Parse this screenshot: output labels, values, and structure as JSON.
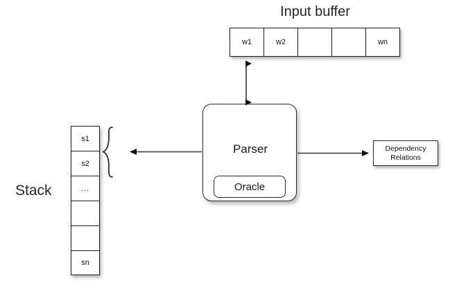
{
  "diagram": {
    "title_buffer": "Input buffer",
    "title_stack": "Stack"
  },
  "input_buffer": {
    "label": "Input buffer",
    "cells": [
      "w1",
      "w2",
      "",
      "",
      "wn"
    ]
  },
  "stack": {
    "label": "Stack",
    "cells": [
      "s1",
      "s2",
      "...",
      "",
      "",
      "sn"
    ]
  },
  "parser": {
    "label": "Parser",
    "oracle_label": "Oracle"
  },
  "output": {
    "line1": "Dependency",
    "line2": "Relations",
    "text": "Dependency Relations"
  },
  "connectors": {
    "buffer_parser": "bidirectional-arrow",
    "parser_stack": "left-arrow-to-brace",
    "parser_output": "right-arrow",
    "brace": "curly-brace"
  },
  "colors": {
    "background": "#ffffff",
    "stroke": "#1c1c1c",
    "text": "#1a1a1a"
  }
}
